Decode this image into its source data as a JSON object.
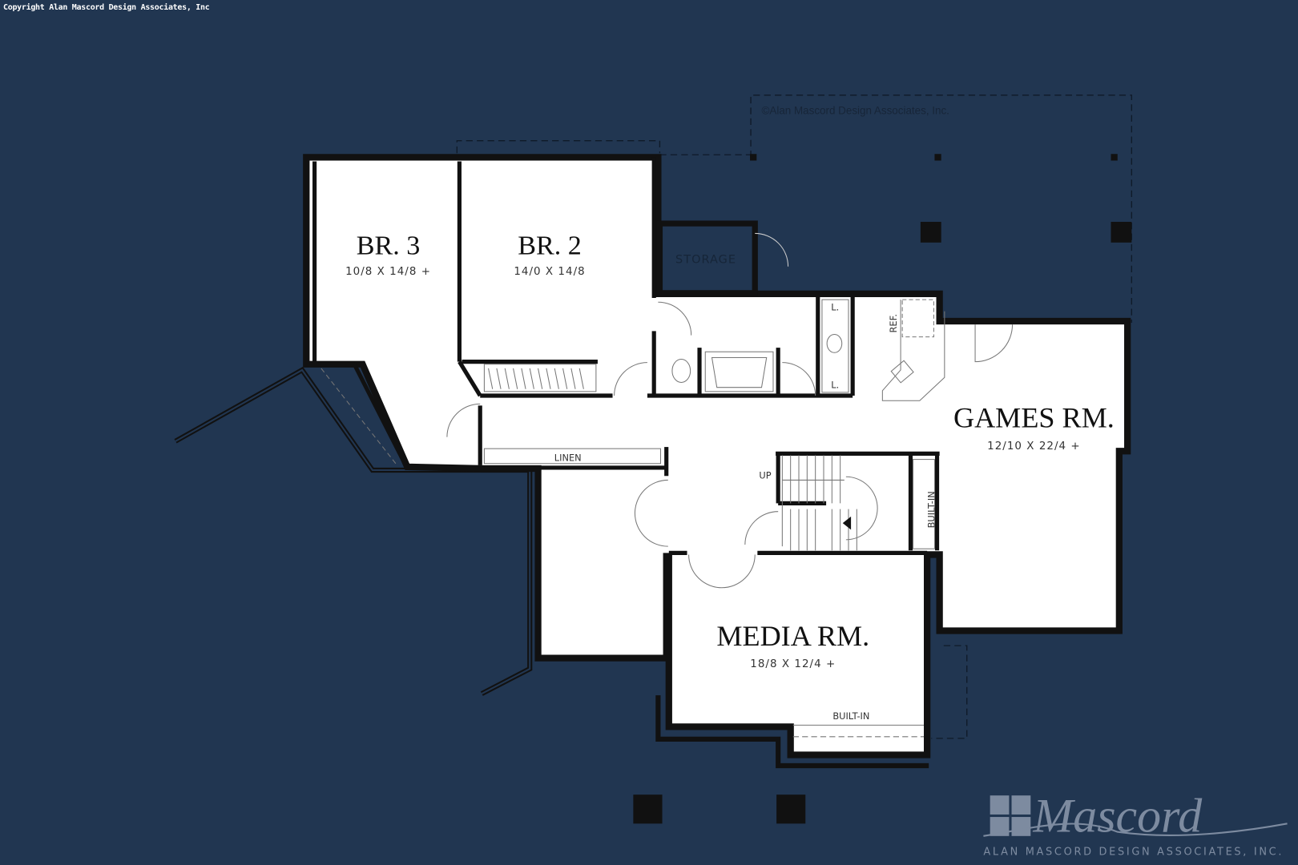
{
  "copyright": "Copyright Alan Mascord Design Associates, Inc",
  "watermark": "©Alan Mascord Design Associates, Inc.",
  "rooms": [
    {
      "name": "BR. 3",
      "dims": "10/8 X 14/8 +"
    },
    {
      "name": "BR. 2",
      "dims": "14/0 X 14/8"
    },
    {
      "name": "GAMES RM.",
      "dims": "12/10 X 22/4 +"
    },
    {
      "name": "MEDIA RM.",
      "dims": "18/8 X 12/4 +"
    }
  ],
  "labels": {
    "storage": "STORAGE",
    "linen": "LINEN",
    "up": "UP",
    "built_in_stair": "BUILT-IN",
    "built_in_media": "BUILT-IN",
    "ref": "REF.",
    "l1": "L.",
    "l2": "L."
  },
  "logo": {
    "script": "Mascord",
    "company": "ALAN MASCORD DESIGN ASSOCIATES, INC."
  },
  "colors": {
    "background": "#213651",
    "wall": "#111111",
    "floor": "#ffffff",
    "logo": "#7d8ba0"
  }
}
